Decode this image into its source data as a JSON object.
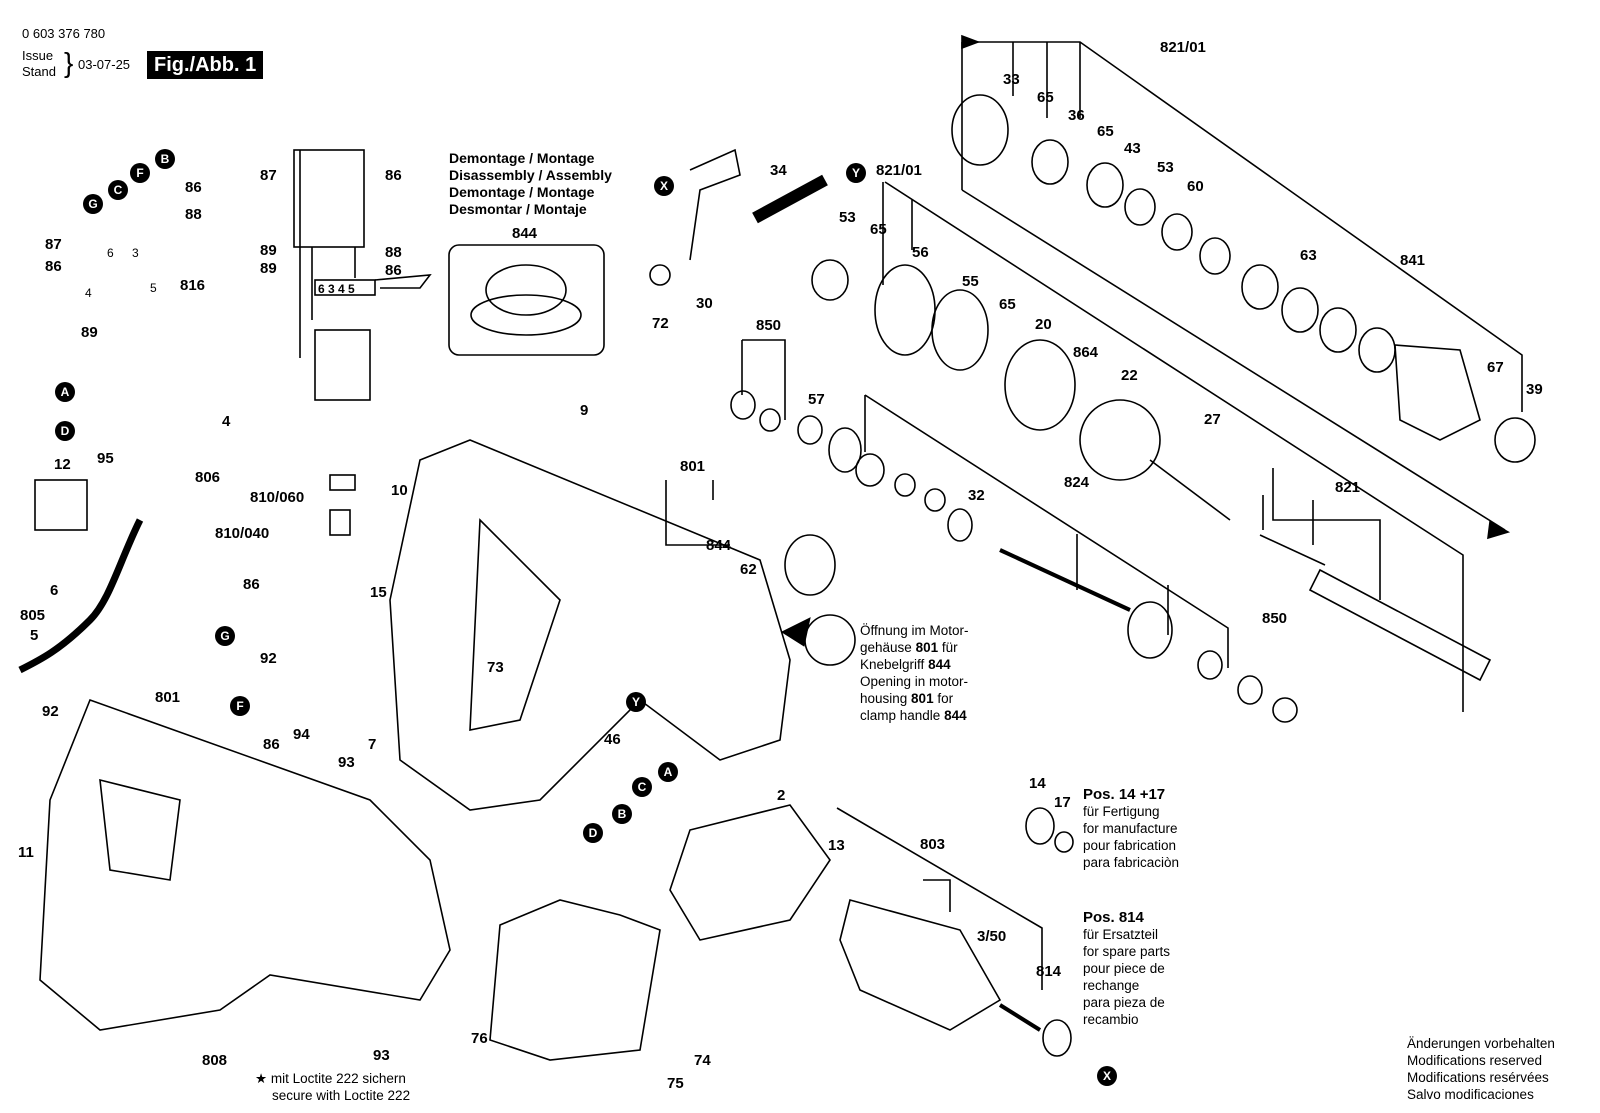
{
  "header": {
    "part_number": "0 603 376 780",
    "issue_label": "Issue",
    "stand_label": "Stand",
    "date": "03-07-25",
    "figure": "Fig./Abb. 1"
  },
  "assembly_note": {
    "lines": [
      "Demontage / Montage",
      "Disassembly / Assembly",
      "Demontage / Montage",
      "Desmontar / Montaje"
    ],
    "part": "844"
  },
  "clamp_note": {
    "l1_a": "Öffnung im Motor-",
    "l2_a": "gehäuse ",
    "l2_b": "801",
    "l2_c": " für",
    "l3_a": "Knebelgriff ",
    "l3_b": "844",
    "l4_a": "Opening in motor-",
    "l5_a": "housing ",
    "l5_b": "801",
    "l5_c": " for",
    "l6_a": "clamp handle ",
    "l6_b": "844"
  },
  "pos_14_17": {
    "title": "Pos. 14 +17",
    "lines": [
      "für Fertigung",
      "for manufacture",
      "pour fabrication",
      "para fabricaciòn"
    ]
  },
  "pos_814": {
    "title": "Pos. 814",
    "lines": [
      "für Ersatzteil",
      "for spare parts",
      "pour piece de",
      "rechange",
      "para pieza de",
      "recambio"
    ]
  },
  "loctite": {
    "star": "★",
    "lines": [
      "mit Loctite 222 sichern",
      "secure with Loctite 222"
    ]
  },
  "modifications": [
    "Änderungen vorbehalten",
    "Modifications reserved",
    "Modifications resérvées",
    "Salvo modificaciones"
  ],
  "circle_markers": {
    "B": "B",
    "C": "C",
    "F": "F",
    "G": "G",
    "A": "A",
    "D": "D",
    "X": "X",
    "Y": "Y"
  },
  "part_labels": {
    "p821_01_top": "821/01",
    "p33": "33",
    "p65a": "65",
    "p36": "36",
    "p65b": "65",
    "p43": "43",
    "p53a": "53",
    "p60": "60",
    "p63": "63",
    "p841": "841",
    "p67": "67",
    "p39": "39",
    "p821_01_mid": "821/01",
    "p53b": "53",
    "p65c": "65",
    "p56": "56",
    "p55": "55",
    "p65d": "65",
    "p20": "20",
    "p864": "864",
    "p22": "22",
    "p27": "27",
    "p850a": "850",
    "p57": "57",
    "p32": "32",
    "p824": "824",
    "p821": "821",
    "p850b": "850",
    "p34": "34",
    "p30": "30",
    "p72": "72",
    "p86a": "86",
    "p88a": "88",
    "p87a": "87",
    "p86b": "86",
    "p816": "816",
    "p89a": "89",
    "p4": "4",
    "p95": "95",
    "p12": "12",
    "p806": "806",
    "p6": "6",
    "p805": "805",
    "p5": "5",
    "w87": "87",
    "w86": "86",
    "w89a": "89",
    "w89b": "89",
    "w88": "88",
    "w86b": "86",
    "w_digits": "6 3 4 5",
    "p9": "9",
    "p801a": "801",
    "p844": "844",
    "p62": "62",
    "p810_060": "810/060",
    "p810_040": "810/040",
    "p10": "10",
    "p86c": "86",
    "p15": "15",
    "p92a": "92",
    "p86d": "86",
    "p94": "94",
    "p73": "73",
    "p46": "46",
    "p92b": "92",
    "p801b": "801",
    "p11": "11",
    "p93a": "93",
    "p7": "7",
    "p808": "808",
    "p93b": "93",
    "p2": "2",
    "p13": "13",
    "p803": "803",
    "p3_50": "3/50",
    "p814": "814",
    "p14": "14",
    "p17": "17",
    "p76": "76",
    "p74": "74",
    "p75": "75",
    "wire_small_6": "6",
    "wire_small_3": "3",
    "wire_small_4": "4",
    "wire_small_5": "5"
  }
}
